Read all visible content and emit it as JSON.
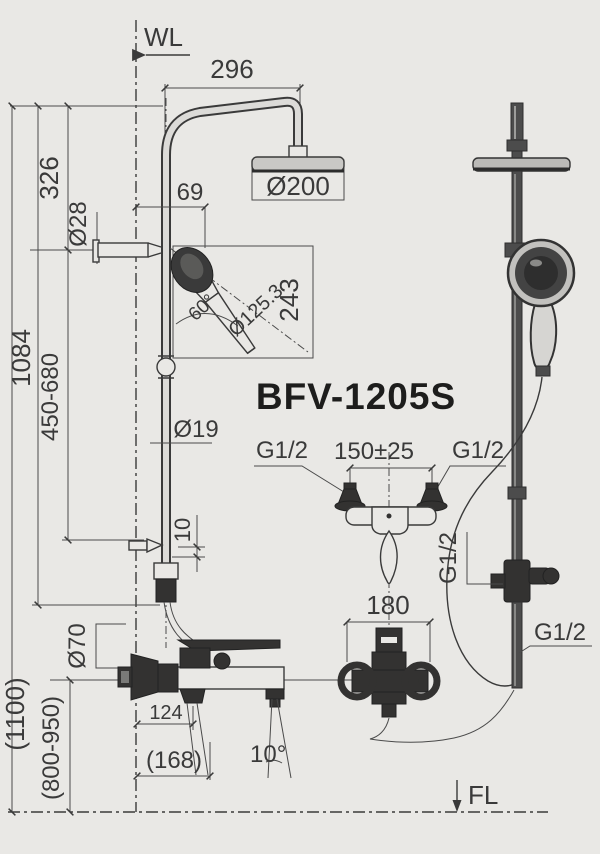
{
  "drawing": {
    "product_code": "BFV-1205S",
    "reference_lines": {
      "wall": "WL",
      "floor": "FL"
    },
    "dimensions": {
      "arm_reach": "296",
      "arm_height": "326",
      "hand_shower_offset": "69",
      "wall_arm_diameter": "Ø28",
      "overhead_diameter": "Ø200",
      "hand_shower_length": "243",
      "hand_shower_diameter": "Ø125.3",
      "hand_shower_angle": "60°",
      "column_height": "1084",
      "slide_range": "450-680",
      "pipe_diameter": "Ø19",
      "bracket_offset": "10",
      "inlet_distance": "150±25",
      "body_width": "180",
      "flange_diameter": "Ø70",
      "spout_reach": "124",
      "spout_reach_overall": "(168)",
      "spout_angle": "10°",
      "installation_height": "(1100)",
      "mixer_height_range": "(800-950)"
    },
    "connections": {
      "inlet_left": "G1/2",
      "inlet_right": "G1/2",
      "column_connection": "G1/2",
      "hose_connection": "G1/2"
    },
    "colors": {
      "background": "#e9e8e5",
      "line": "#3a3a3a",
      "dark_fill": "#333231"
    }
  }
}
